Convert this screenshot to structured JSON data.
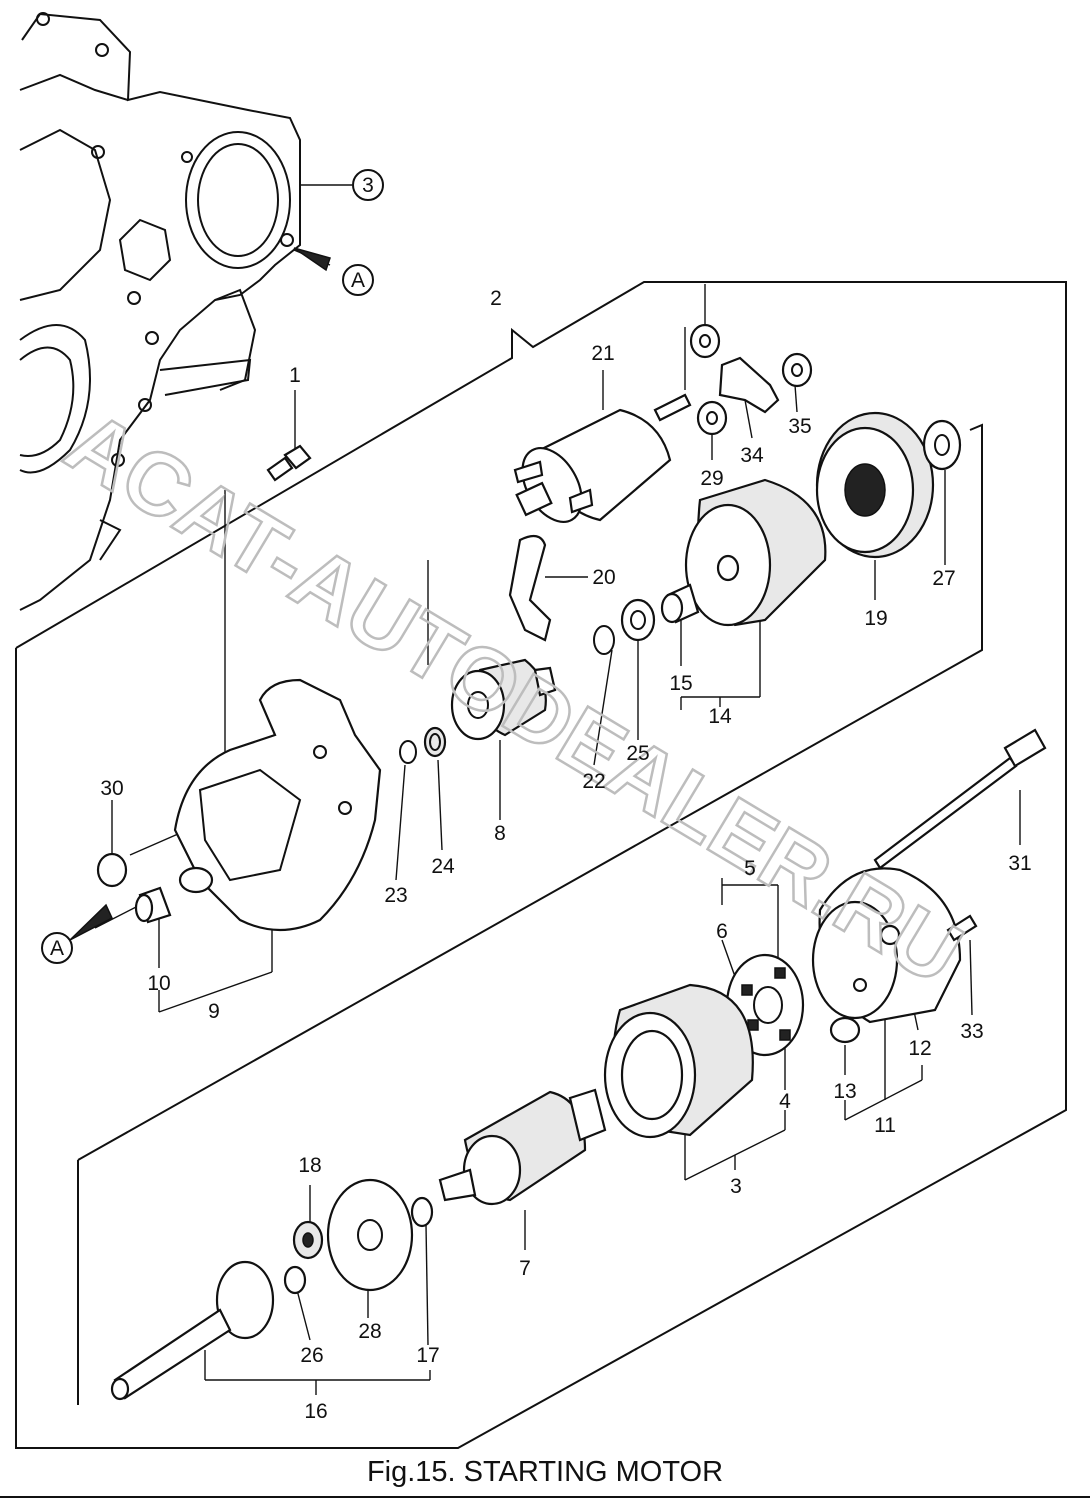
{
  "figure": {
    "caption": "Fig.15.  STARTING MOTOR",
    "watermark": "ACAT-AUTODEALER.RU"
  },
  "callouts": {
    "c1": "1",
    "c2": "2",
    "c3_top": "3",
    "c3": "3",
    "c4": "4",
    "c5": "5",
    "c6": "6",
    "c7": "7",
    "c8": "8",
    "c9": "9",
    "c10": "10",
    "c11": "11",
    "c12": "12",
    "c13": "13",
    "c14": "14",
    "c15": "15",
    "c16": "16",
    "c17": "17",
    "c18": "18",
    "c19": "19",
    "c20": "20",
    "c21": "21",
    "c22": "22",
    "c23": "23",
    "c24": "24",
    "c25": "25",
    "c26": "26",
    "c27": "27",
    "c28": "28",
    "c29": "29",
    "c30": "30",
    "c31": "31",
    "c33": "33",
    "c34": "34",
    "c35": "35",
    "refA_top": "A",
    "refA_bottom": "A"
  },
  "colors": {
    "ink": "#111111",
    "watermark": "#bdbdbd"
  }
}
